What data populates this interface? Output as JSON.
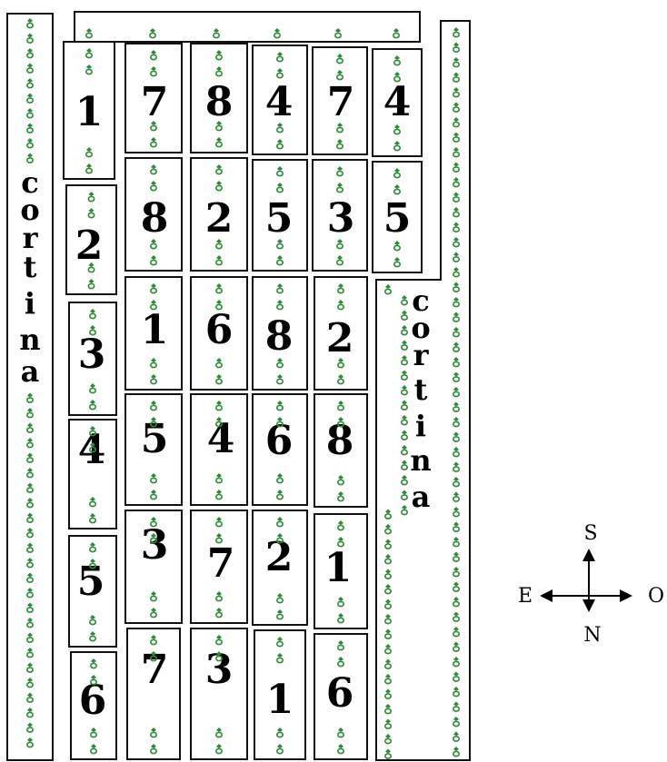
{
  "colors": {
    "plant": "#2e8b3a",
    "outline": "#111111",
    "text": "#000000"
  },
  "curtain": {
    "label_chars": [
      "c",
      "o",
      "r",
      "t",
      "i",
      "n",
      "a"
    ],
    "word": "cortina"
  },
  "compass": {
    "top": "S",
    "bottom": "N",
    "left": "E",
    "right": "O"
  },
  "plots": {
    "col1": [
      "1",
      "2",
      "3",
      "4",
      "5",
      "6"
    ],
    "col2": [
      "7",
      "8",
      "1",
      "5",
      "3",
      "7"
    ],
    "col3": [
      "8",
      "2",
      "6",
      "4",
      "7",
      "3"
    ],
    "col4": [
      "4",
      "5",
      "8",
      "6",
      "2",
      "1"
    ],
    "col5": [
      "7",
      "3",
      "2",
      "8",
      "1",
      "6"
    ],
    "col6": [
      "4",
      "5"
    ]
  }
}
